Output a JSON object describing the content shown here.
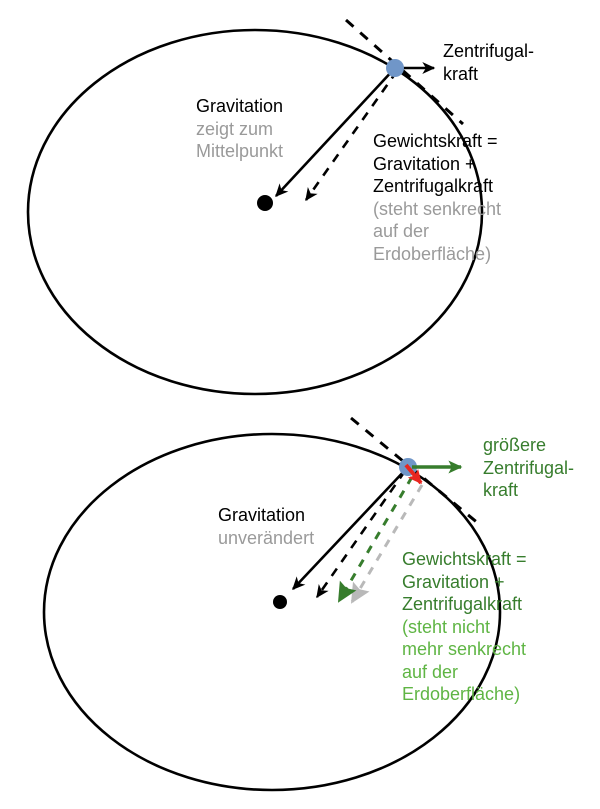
{
  "colors": {
    "black": "#000000",
    "gray_text": "#9a9a9a",
    "gray_arrow": "#b9b9b9",
    "blue_point": "#7096c8",
    "dark_green": "#377d2d",
    "light_green": "#5fb544",
    "red": "#e82620",
    "bg": "#ffffff"
  },
  "top_diagram": {
    "centrifugal_label": [
      "Zentrifugal-",
      "kraft"
    ],
    "gravitation_title": "Gravitation",
    "gravitation_note": [
      "zeigt zum",
      "Mittelpunkt"
    ],
    "weight_title": [
      "Gewichtskraft =",
      "Gravitation +",
      "Zentrifugalkraft"
    ],
    "weight_note": [
      "(steht senkrecht",
      "auf der",
      "Erdoberfläche)"
    ]
  },
  "bottom_diagram": {
    "centrifugal_label": [
      "größere",
      "Zentrifugal-",
      "kraft"
    ],
    "gravitation_title": "Gravitation",
    "gravitation_note": "unverändert",
    "weight_title": [
      "Gewichtskraft =",
      "Gravitation +",
      "Zentrifugalkraft"
    ],
    "weight_note": [
      "(steht nicht",
      "mehr senkrecht",
      "auf der",
      "Erdoberfläche)"
    ]
  }
}
